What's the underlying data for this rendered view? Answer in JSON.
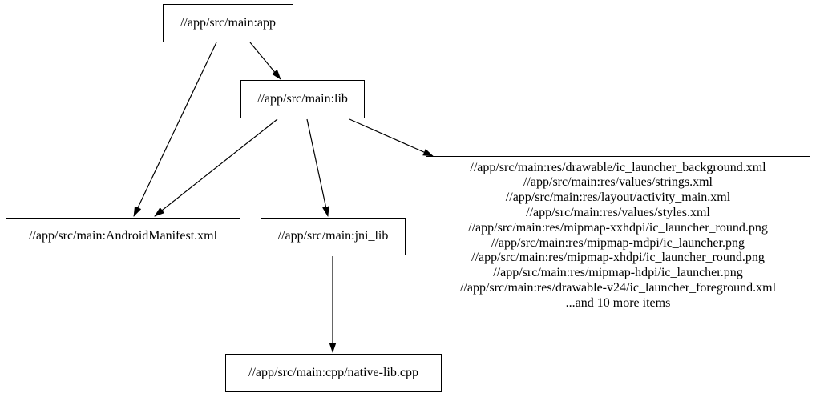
{
  "diagram": {
    "type": "dependency-graph",
    "background_color": "#ffffff",
    "node_border_color": "#000000",
    "text_color": "#000000",
    "edge_color": "#000000",
    "nodes": {
      "app": {
        "label": "//app/src/main:app"
      },
      "lib": {
        "label": "//app/src/main:lib"
      },
      "android_manifest": {
        "label": "//app/src/main:AndroidManifest.xml"
      },
      "jni_lib": {
        "label": "//app/src/main:jni_lib"
      },
      "res_files": {
        "lines": [
          "//app/src/main:res/drawable/ic_launcher_background.xml",
          "//app/src/main:res/values/strings.xml",
          "//app/src/main:res/layout/activity_main.xml",
          "//app/src/main:res/values/styles.xml",
          "//app/src/main:res/mipmap-xxhdpi/ic_launcher_round.png",
          "//app/src/main:res/mipmap-mdpi/ic_launcher.png",
          "//app/src/main:res/mipmap-xhdpi/ic_launcher_round.png",
          "//app/src/main:res/mipmap-hdpi/ic_launcher.png",
          "//app/src/main:res/drawable-v24/ic_launcher_foreground.xml",
          "...and 10 more items"
        ]
      },
      "native_lib_cpp": {
        "label": "//app/src/main:cpp/native-lib.cpp"
      }
    },
    "edges": [
      {
        "from": "app",
        "to": "android_manifest"
      },
      {
        "from": "app",
        "to": "lib"
      },
      {
        "from": "lib",
        "to": "android_manifest"
      },
      {
        "from": "lib",
        "to": "jni_lib"
      },
      {
        "from": "lib",
        "to": "res_files"
      },
      {
        "from": "jni_lib",
        "to": "native_lib_cpp"
      }
    ]
  }
}
